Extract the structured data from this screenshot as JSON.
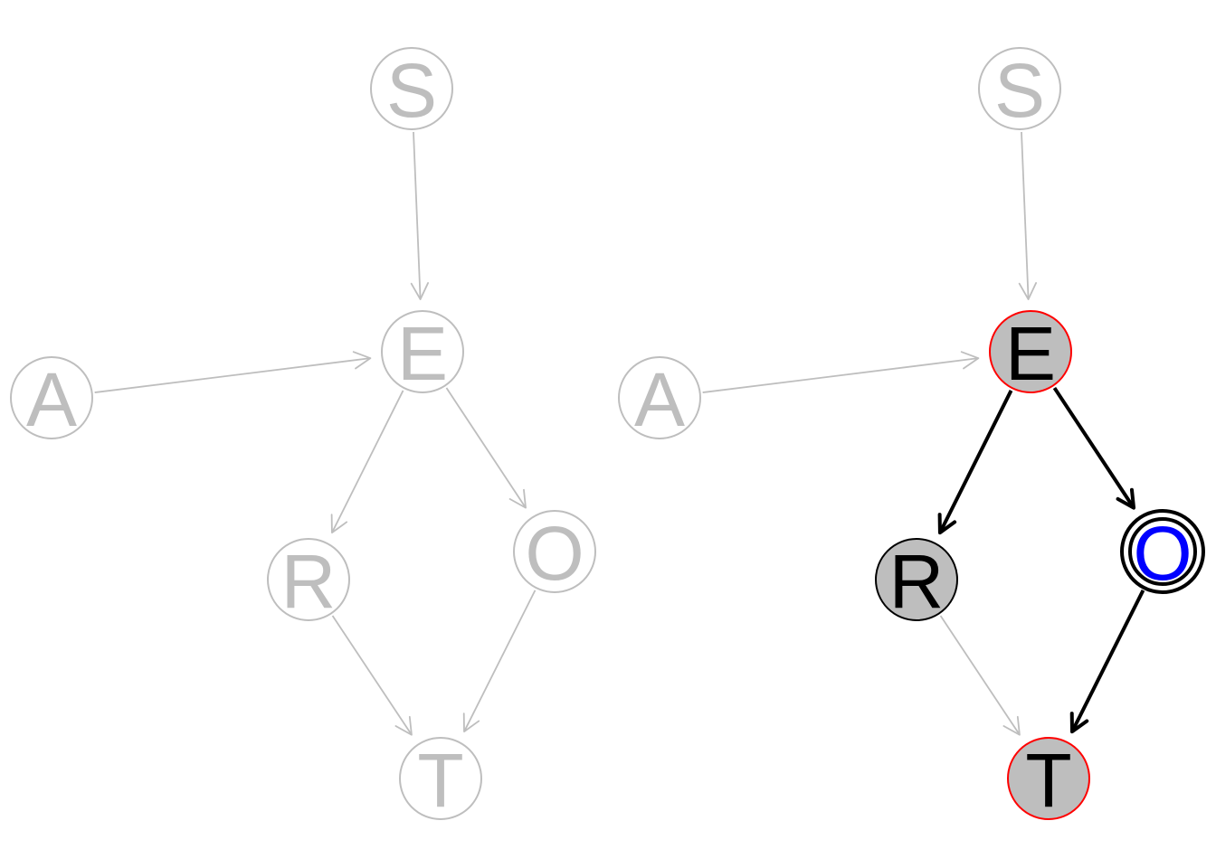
{
  "colors": {
    "dim": "#bebebe",
    "strong": "#000000",
    "highlight_fill": "#bebebe",
    "red_border": "#ff0000",
    "blue_text": "#0000ff",
    "white": "#ffffff"
  },
  "panels": [
    {
      "name": "left-dag",
      "nodes": [
        {
          "id": "S",
          "label": "S",
          "style": "dim"
        },
        {
          "id": "E",
          "label": "E",
          "style": "dim"
        },
        {
          "id": "A",
          "label": "A",
          "style": "dim"
        },
        {
          "id": "R",
          "label": "R",
          "style": "dim"
        },
        {
          "id": "O",
          "label": "O",
          "style": "dim"
        },
        {
          "id": "T",
          "label": "T",
          "style": "dim"
        }
      ],
      "edges": [
        {
          "from": "S",
          "to": "E",
          "style": "dim"
        },
        {
          "from": "A",
          "to": "E",
          "style": "dim"
        },
        {
          "from": "E",
          "to": "R",
          "style": "dim"
        },
        {
          "from": "E",
          "to": "O",
          "style": "dim"
        },
        {
          "from": "R",
          "to": "T",
          "style": "dim"
        },
        {
          "from": "O",
          "to": "T",
          "style": "dim"
        }
      ]
    },
    {
      "name": "right-dag",
      "nodes": [
        {
          "id": "S",
          "label": "S",
          "style": "dim"
        },
        {
          "id": "E",
          "label": "E",
          "style": "red-filled"
        },
        {
          "id": "A",
          "label": "A",
          "style": "dim"
        },
        {
          "id": "R",
          "label": "R",
          "style": "black-filled"
        },
        {
          "id": "O",
          "label": "O",
          "style": "double-blue"
        },
        {
          "id": "T",
          "label": "T",
          "style": "red-filled"
        }
      ],
      "edges": [
        {
          "from": "S",
          "to": "E",
          "style": "dim"
        },
        {
          "from": "A",
          "to": "E",
          "style": "dim"
        },
        {
          "from": "E",
          "to": "R",
          "style": "strong"
        },
        {
          "from": "E",
          "to": "O",
          "style": "strong"
        },
        {
          "from": "R",
          "to": "T",
          "style": "dim"
        },
        {
          "from": "O",
          "to": "T",
          "style": "strong"
        }
      ]
    }
  ]
}
